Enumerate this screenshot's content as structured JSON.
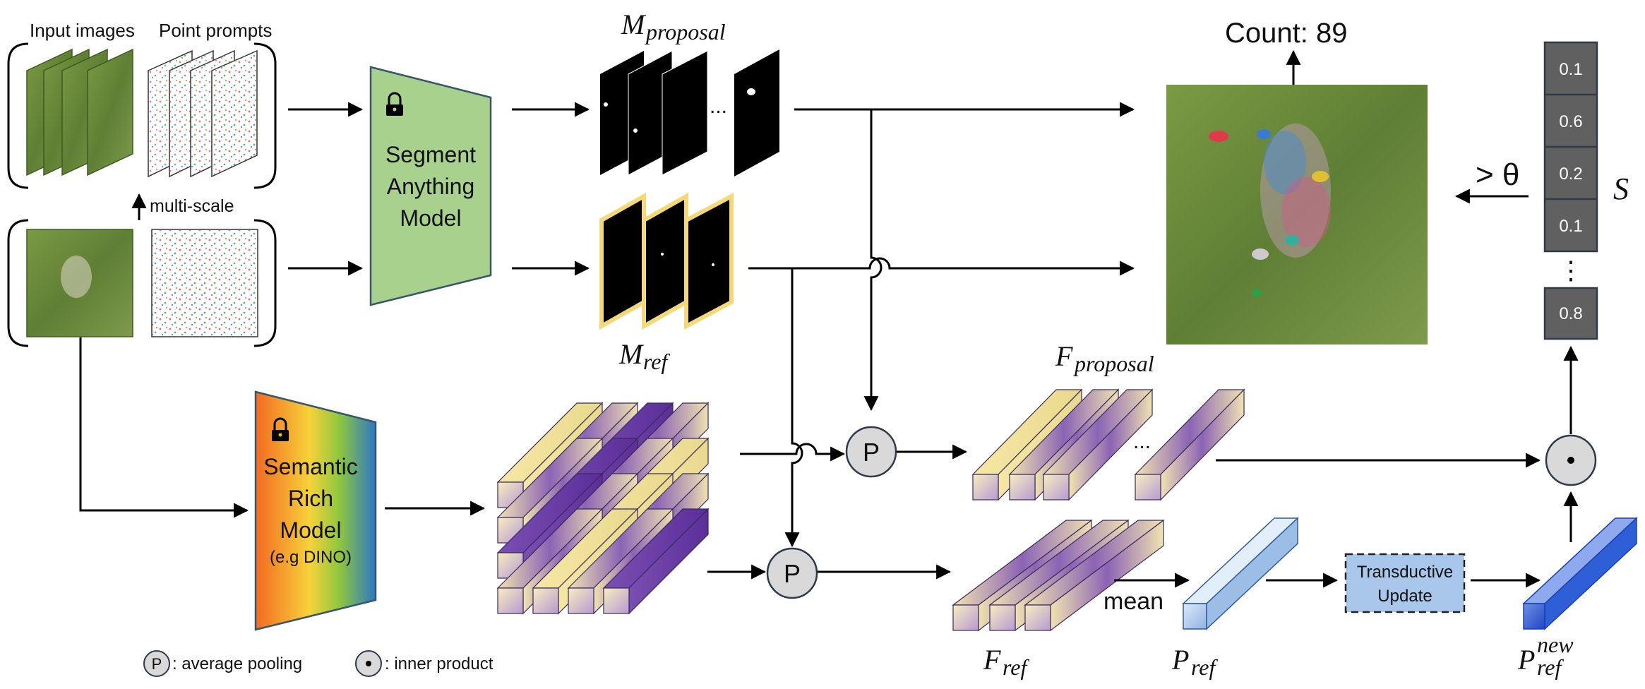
{
  "labels": {
    "input_images": "Input images",
    "point_prompts": "Point prompts",
    "multi_scale": "multi-scale",
    "sam_line1": "Segment",
    "sam_line2": "Anything",
    "sam_line3": "Model",
    "srm_line1": "Semantic",
    "srm_line2": "Rich",
    "srm_line3": "Model",
    "srm_line4": "(e.g DINO)",
    "count": "Count: 89",
    "m_main": "M",
    "m_proposal_sub": "proposal",
    "m_ref_sub": "ref",
    "f_main": "F",
    "f_proposal_sub": "proposal",
    "f_ref_sub": "ref",
    "p_main": "P",
    "p_ref_sub": "ref",
    "p_new_sup": "new",
    "threshold": "> θ",
    "s_label": "S",
    "mean": "mean",
    "transductive_line1": "Transductive",
    "transductive_line2": "Update",
    "pool_symbol": "P",
    "legend_pool": ": average pooling",
    "legend_inner": ": inner product",
    "dots": "...",
    "vdots": "⋮"
  },
  "scores": [
    "0.1",
    "0.6",
    "0.2",
    "0.1",
    "0.8"
  ],
  "colors": {
    "sam_fill": "#a9d18e",
    "srm_gradient": [
      "#f26a21",
      "#f7d23a",
      "#8ec63f",
      "#2d78c6"
    ],
    "feature_light": "#f6e7a5",
    "feature_dark": "#6a3da4",
    "prototype_light": "#bcd6f1",
    "prototype_new": "#2f5fd6",
    "score_box": "#606060",
    "transductive_fill": "#a9c7ea",
    "mask_border": "#f4d976",
    "grass": "#6f8c3c"
  }
}
